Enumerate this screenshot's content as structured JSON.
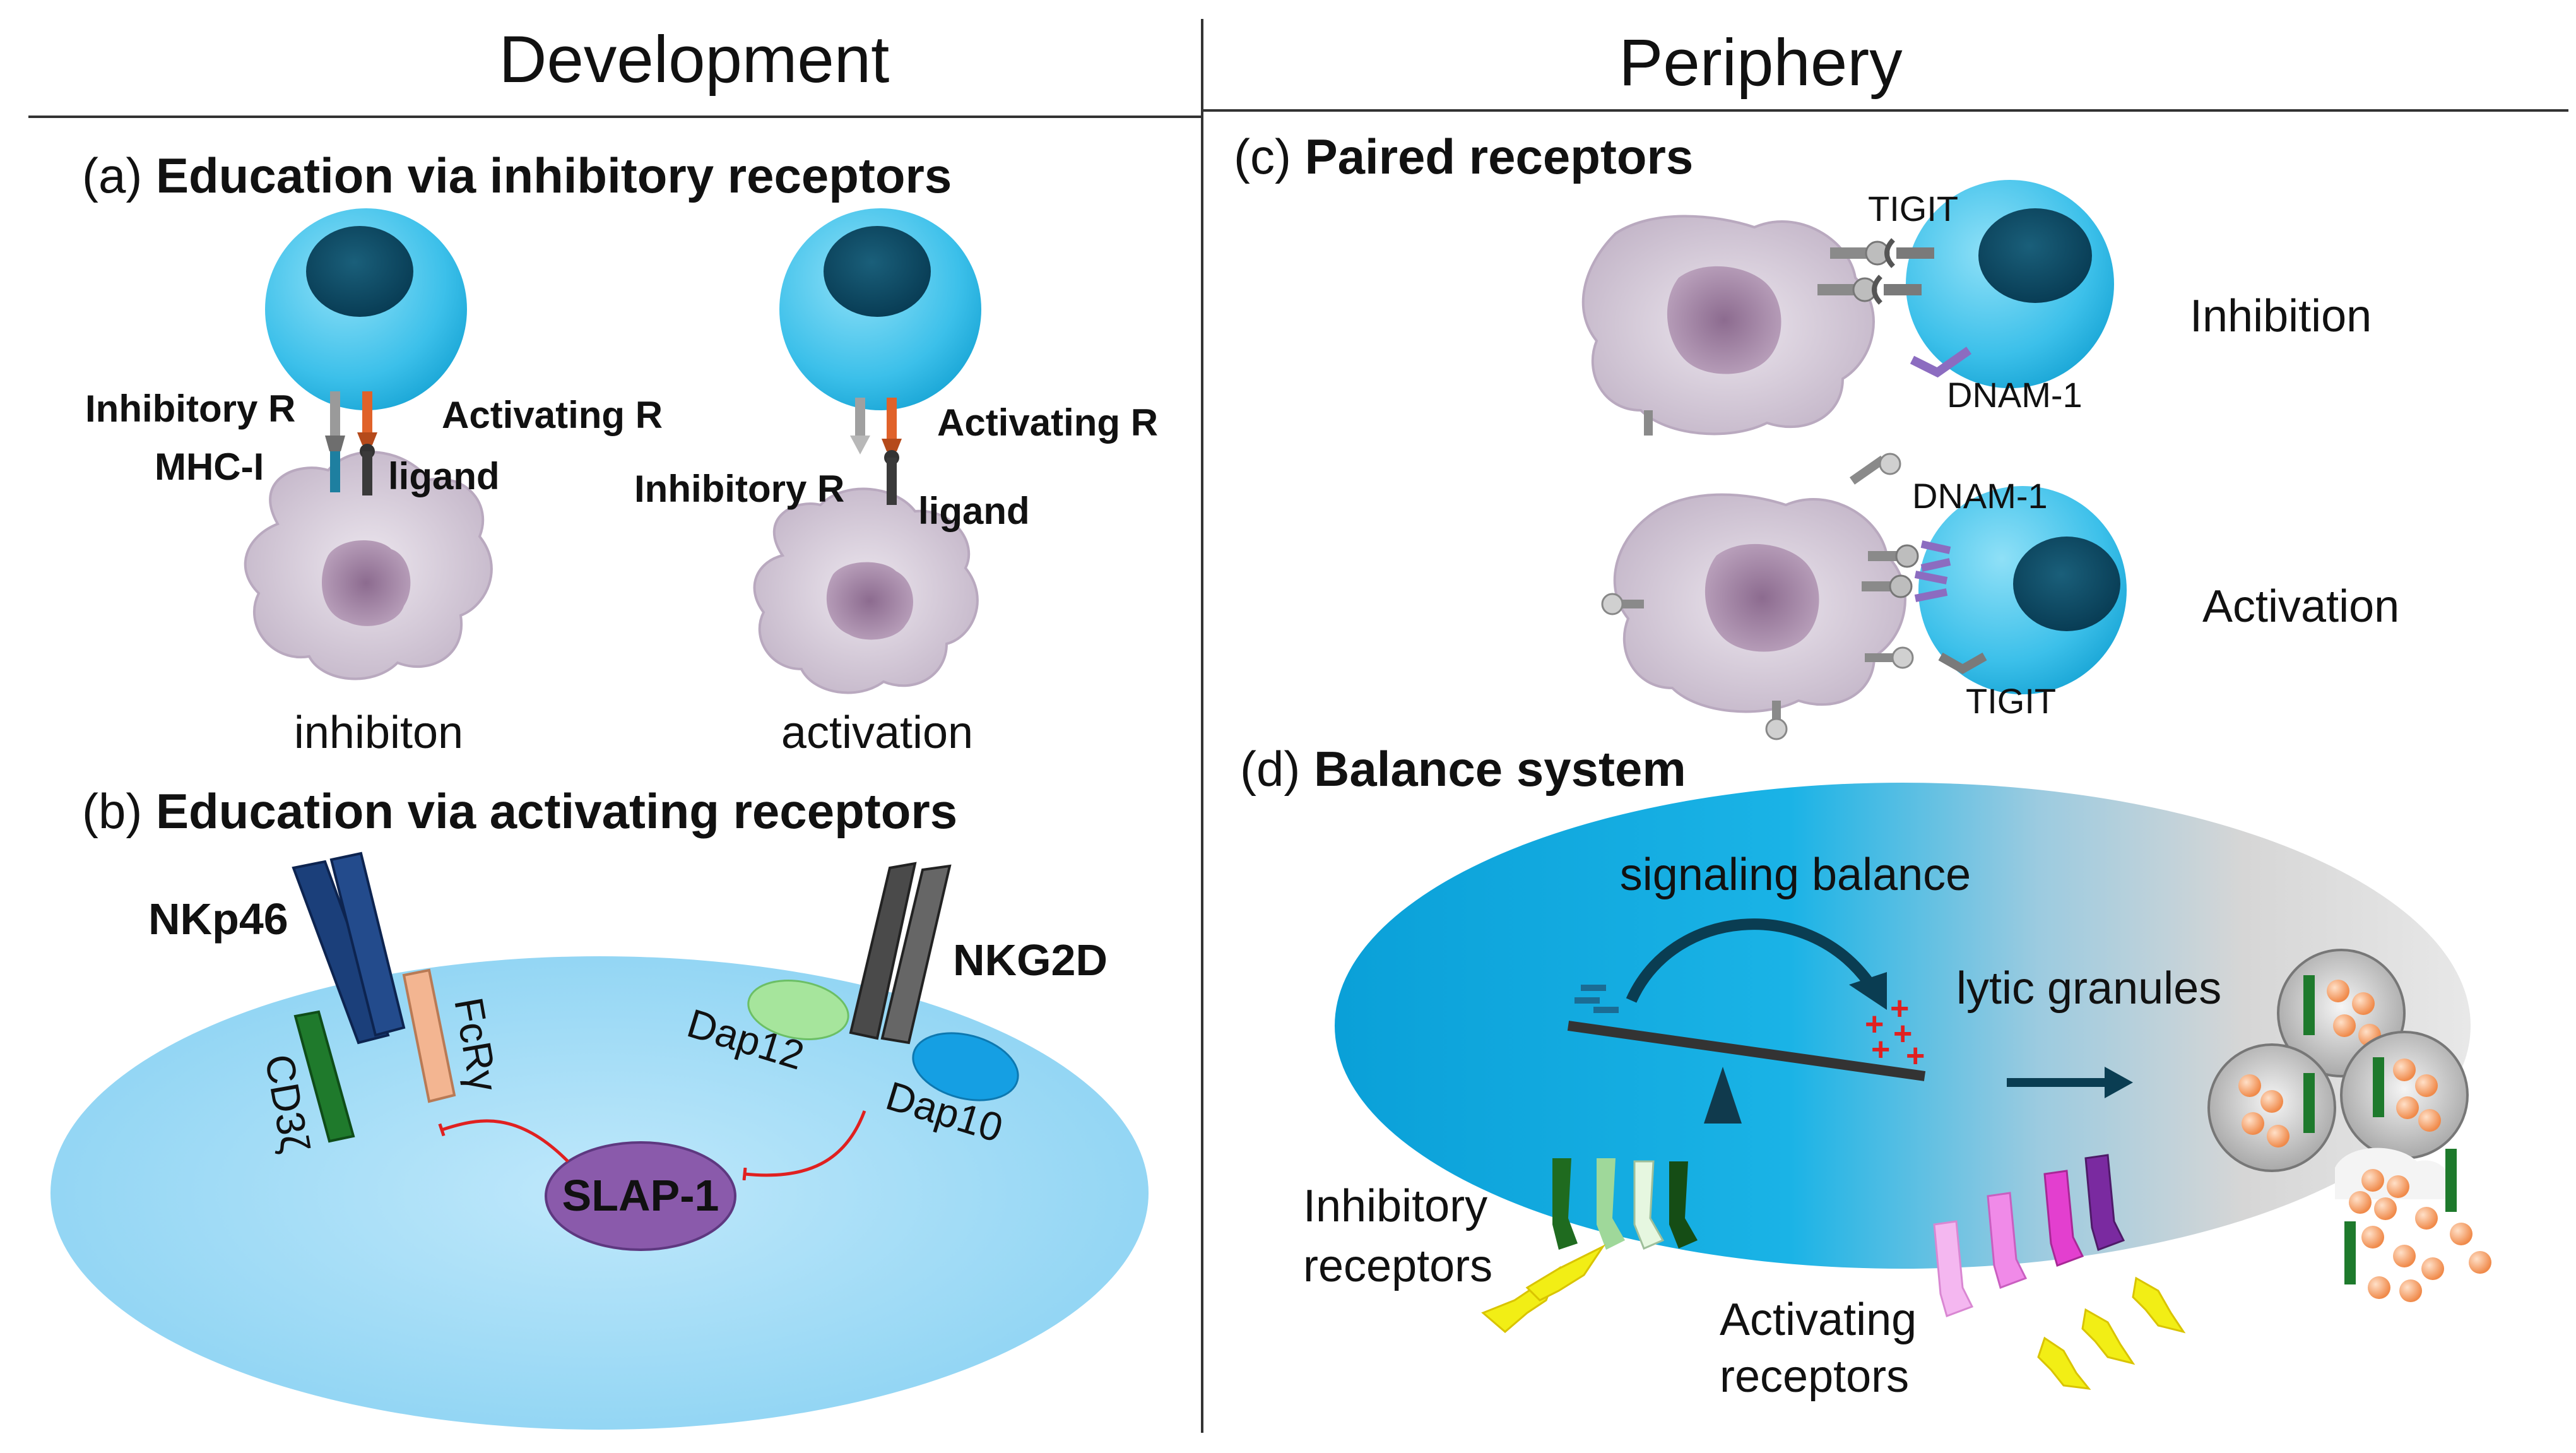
{
  "headers": {
    "left": "Development",
    "right": "Periphery"
  },
  "panel_a": {
    "letter": "(a)",
    "title": "Education via inhibitory receptors",
    "left": {
      "inhibitory_r": "Inhibitory R",
      "activating_r": "Activating R",
      "mhc": "MHC-I",
      "ligand": "ligand",
      "caption": "inhibiton"
    },
    "right": {
      "activating_r": "Activating R",
      "inhibitory_r": "Inhibitory R",
      "ligand": "ligand",
      "caption": "activation"
    }
  },
  "panel_b": {
    "letter": "(b)",
    "title": "Education via activating receptors",
    "nkp46": "NKp46",
    "cd3z": "CD3ζ",
    "fcry": "FcRγ",
    "nkg2d": "NKG2D",
    "dap12": "Dap12",
    "dap10": "Dap10",
    "slap1": "SLAP-1"
  },
  "panel_c": {
    "letter": "(c)",
    "title": "Paired receptors",
    "top": {
      "tigit": "TIGIT",
      "dnam": "DNAM-1",
      "outcome": "Inhibition"
    },
    "bottom": {
      "dnam": "DNAM-1",
      "tigit": "TIGIT",
      "outcome": "Activation"
    }
  },
  "panel_d": {
    "letter": "(d)",
    "title": "Balance system",
    "signaling": "signaling balance",
    "lytic": "lytic granules",
    "inhib_line1": "Inhibitory",
    "inhib_line2": "receptors",
    "act_line1": "Activating",
    "act_line2": "receptors"
  }
}
